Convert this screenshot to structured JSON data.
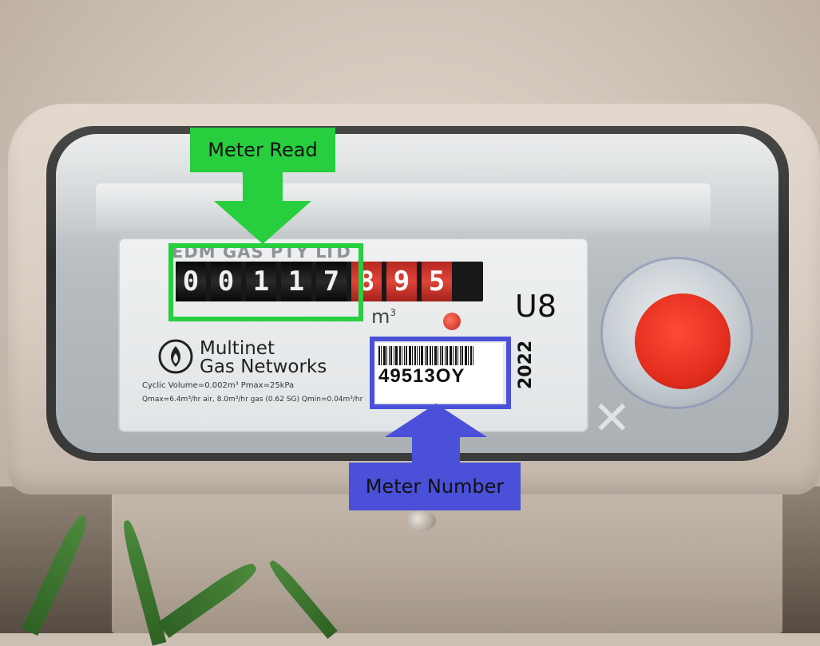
{
  "meter": {
    "register_black_digits": [
      "0",
      "0",
      "1",
      "1",
      "7"
    ],
    "register_red_digits": [
      "8",
      "9",
      "5"
    ],
    "unit": "m",
    "unit_sup": "3",
    "model": "U8",
    "brand_line1": "Multinet",
    "brand_line2": "Gas Networks",
    "manufacturer_strip": "EDM GAS PTY LTD",
    "spec_line1": "Cyclic Volume=0.002m³       Pmax=25kPa",
    "spec_line2": "Qmax=6.4m³/hr air, 8.0m³/hr gas (0.62 SG)    Qmin=0.04m³/hr",
    "meter_number": "49513OY",
    "year": "2022"
  },
  "annotations": {
    "read_label": "Meter Read",
    "number_label": "Meter Number",
    "read_color": "#27ce3e",
    "number_color": "#4a50d8"
  }
}
